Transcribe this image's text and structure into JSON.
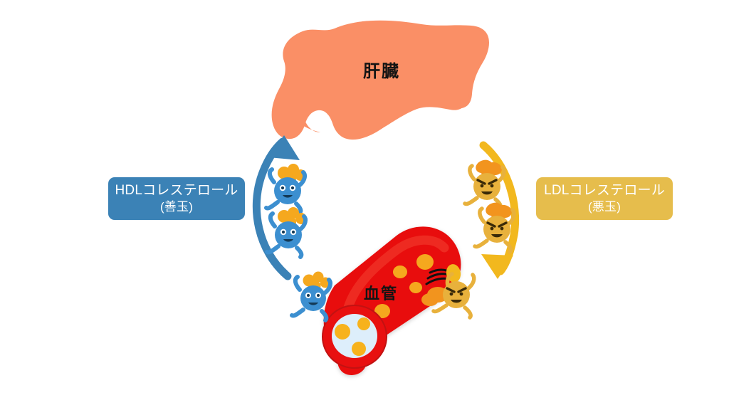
{
  "diagram": {
    "title_text_liver": "肝臓",
    "title_text_vessel": "血管",
    "background_color": "#ffffff"
  },
  "labels": {
    "hdl": {
      "name": "HDLコレステロール",
      "qualifier": "(善玉)",
      "color": "#3b82b6",
      "text_color": "#ffffff"
    },
    "ldl": {
      "name": "LDLコレステロール",
      "qualifier": "(悪玉)",
      "color": "#e6bd4c",
      "text_color": "#ffffff"
    }
  },
  "organs": {
    "liver": {
      "label": "肝臓",
      "color": "#fa8f66",
      "text_color": "#141414"
    },
    "blood_vessel": {
      "label": "血管",
      "wall_color": "#e81010",
      "wall_shadow_color": "#c51010",
      "lumen_color": "#ddeefb",
      "plaque_color": "#f5a81e",
      "text_color": "#141414"
    }
  },
  "arrows": {
    "hdl_arrow": {
      "direction": "upward",
      "description": "vessel-to-liver",
      "color": "#3b82b6"
    },
    "ldl_arrow": {
      "direction": "downward",
      "description": "liver-to-vessel",
      "color": "#f2b81e"
    }
  },
  "characters": {
    "hdl": {
      "body_color": "#3c8fd0",
      "body_dark": "#2f76b0",
      "cargo_color": "#f5a81e",
      "expression": "smiling",
      "count": 3
    },
    "ldl": {
      "body_color": "#e8b13c",
      "body_dark": "#d79a20",
      "cargo_color": "#f2941e",
      "expression": "mischievous-grin",
      "count": 3
    }
  },
  "plaque_dots": {
    "in_tube": 4,
    "in_lumen": 3,
    "thrown": 1
  }
}
